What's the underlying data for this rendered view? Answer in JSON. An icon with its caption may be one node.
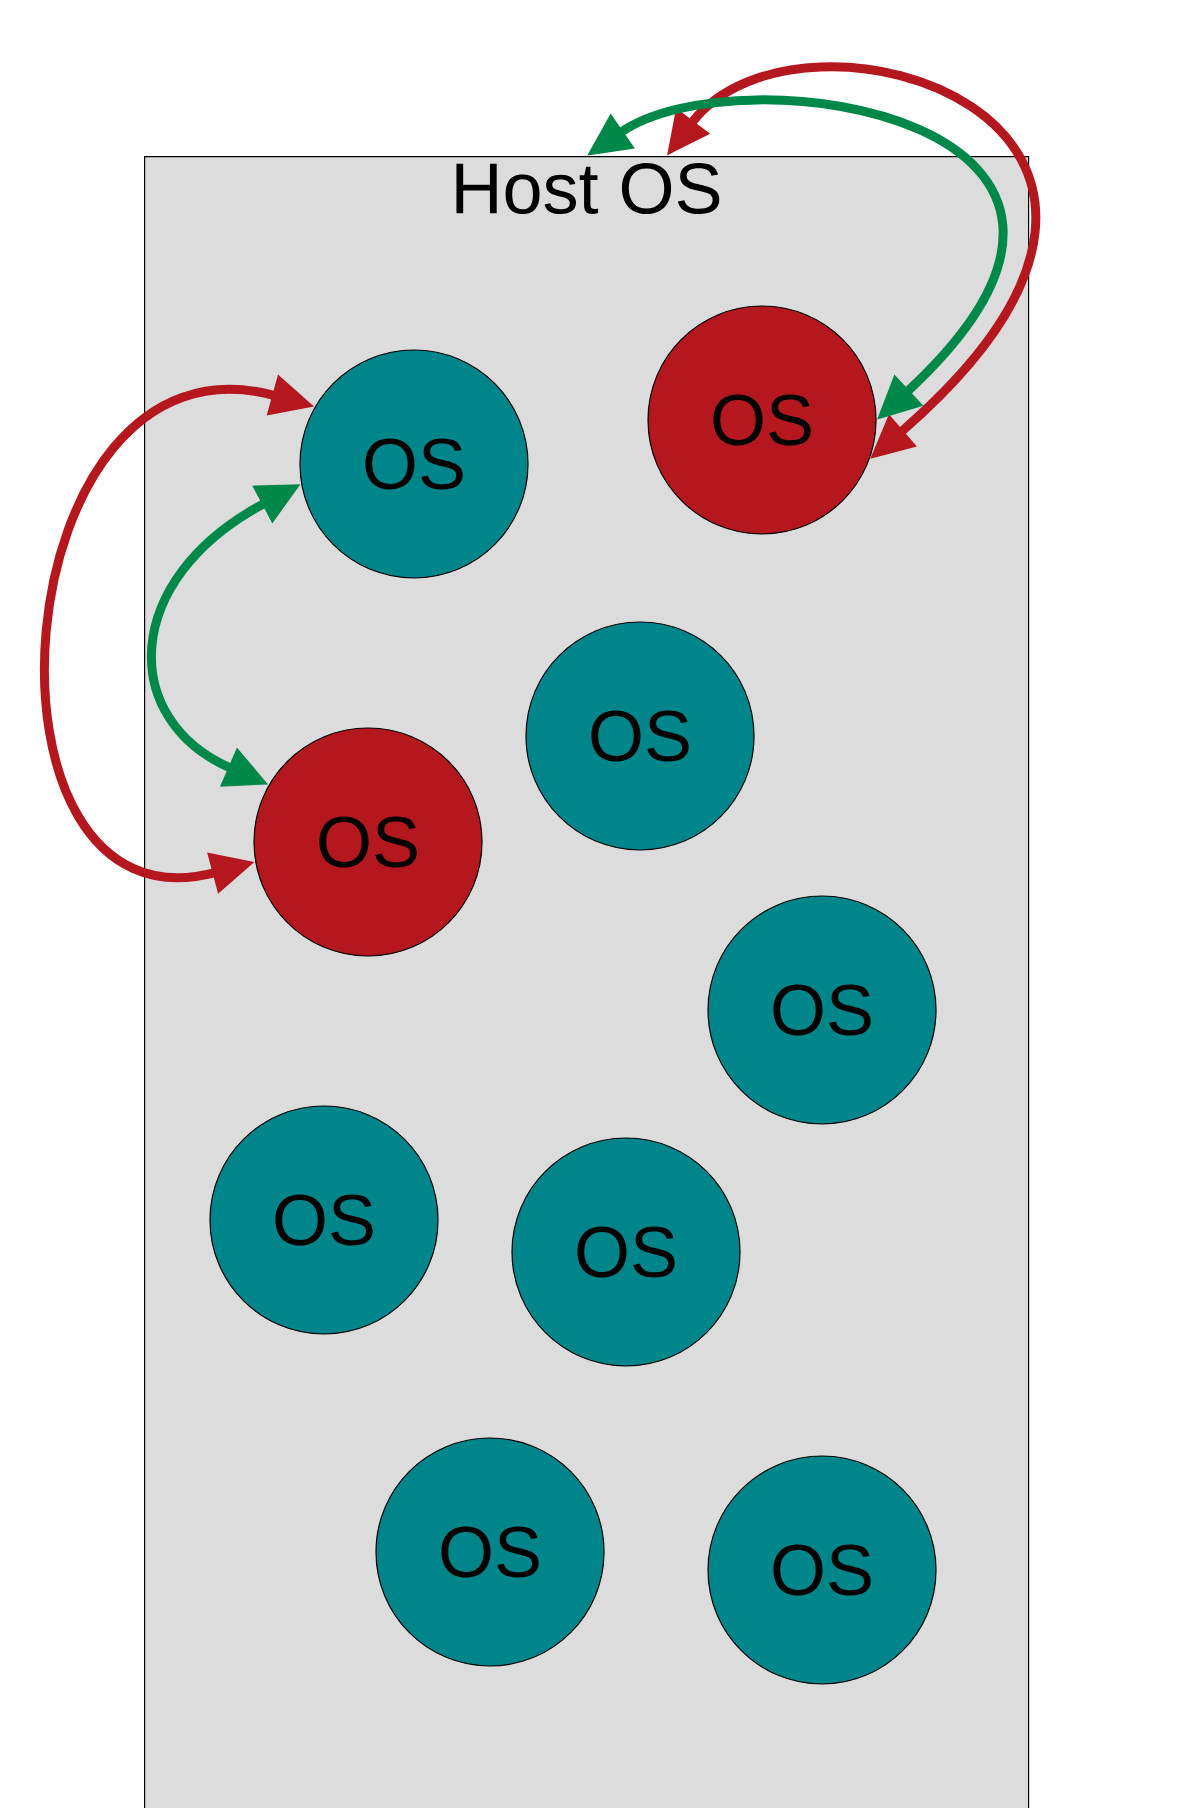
{
  "diagram": {
    "nodes": [
      {
        "text": [
          "Host OS"
        ]
      },
      {
        "text": [
          "OS"
        ],
        "in": 0
      },
      {
        "text": [
          "OS"
        ],
        "in": 0
      },
      {
        "text": [
          "OS"
        ],
        "in": 0
      },
      {
        "text": [
          "OS"
        ],
        "in": 0
      },
      {
        "text": [
          "OS"
        ],
        "in": 0
      },
      {
        "text": [
          "OS"
        ],
        "in": 0
      },
      {
        "text": [
          "OS"
        ],
        "in": 0
      },
      {
        "text": [
          "OS"
        ],
        "in": 0
      },
      {
        "text": [
          "OS"
        ],
        "in": 0
      }
    ],
    "edges": [
      {
        "from": 0,
        "to": 2,
        "arrow": "both",
        "color": "#b5171e"
      },
      {
        "from": 0,
        "to": 2,
        "arrow": "both",
        "color": "#00884a"
      },
      {
        "from": 1,
        "to": 4,
        "arrow": "both",
        "color": "#b5171e"
      },
      {
        "from": 1,
        "to": 4,
        "arrow": "both",
        "color": "#00884a"
      }
    ]
  }
}
